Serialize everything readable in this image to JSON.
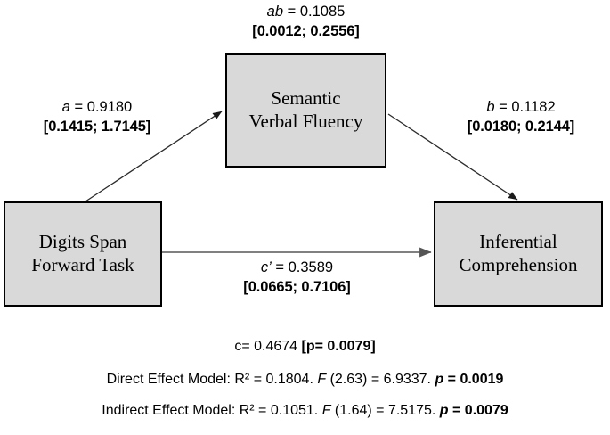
{
  "figure": {
    "type": "mediation-path-diagram",
    "colors": {
      "box_fill": "#d9d9d9",
      "box_border": "#000000",
      "arrow": "#000000",
      "text": "#000000",
      "background": "#ffffff"
    }
  },
  "nodes": {
    "predictor": {
      "id": "digits-span-forward-task",
      "line1": "Digits Span",
      "line2": "Forward Task"
    },
    "mediator": {
      "id": "semantic-verbal-fluency",
      "line1": "Semantic",
      "line2": "Verbal Fluency"
    },
    "outcome": {
      "id": "inferential-comprehension",
      "line1": "Inferential",
      "line2": "Comprehension"
    }
  },
  "paths": {
    "ab": {
      "symbol": "ab",
      "equals": " = ",
      "coefficient": "0.1085",
      "ci": "[0.0012; 0.2556]",
      "from": "indirect-effect",
      "to": "mediation"
    },
    "a": {
      "symbol": "a",
      "equals": " = ",
      "coefficient": "0.9180",
      "ci": "[0.1415; 1.7145]",
      "from": "digits-span-forward-task",
      "to": "semantic-verbal-fluency"
    },
    "b": {
      "symbol": "b",
      "equals": " = ",
      "coefficient": "0.1182",
      "ci": "[0.0180; 0.2144]",
      "from": "semantic-verbal-fluency",
      "to": "inferential-comprehension"
    },
    "c_prime": {
      "symbol": "c’",
      "equals": " = ",
      "coefficient": "0.3589",
      "ci": "[0.0665; 0.7106]",
      "from": "digits-span-forward-task",
      "to": "inferential-comprehension"
    }
  },
  "statistics": {
    "total_effect": {
      "symbol": "c",
      "equals": "= ",
      "coefficient": "0.4674",
      "p_bracket": "[p= 0.0079]",
      "p_label": "p",
      "p_value": "= 0.0079"
    },
    "direct_model": {
      "name": "Direct Effect Model:",
      "r2_label": "R²",
      "r2_value": " = 0.1804.",
      "f_label": "F",
      "f_value": " (2.63) = 6.9337.",
      "p_label": "p",
      "p_value": " = 0.0019"
    },
    "indirect_model": {
      "name": "Indirect Effect Model:",
      "r2_label": "R²",
      "r2_value": " = 0.1051.",
      "f_label": "F",
      "f_value": " (1.64) = 7.5175.",
      "p_label": "p",
      "p_value": " = 0.0079"
    }
  }
}
